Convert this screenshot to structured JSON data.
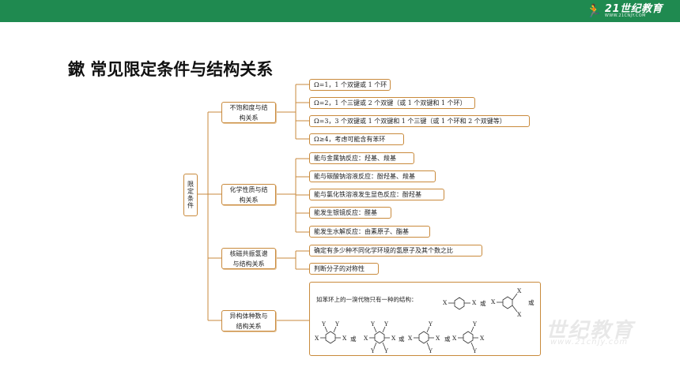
{
  "header": {
    "logo_text": "21世纪教育",
    "logo_sub": "WWW.21CNJY.COM",
    "bar_color": "#1f8a50"
  },
  "title": "鏉 常见限定条件与结构关系",
  "mindmap": {
    "root": "限定条件",
    "categories": [
      {
        "label": "不饱和度与结构关系",
        "items": [
          "Ω=1，1 个双键或 1 个环",
          "Ω=2，1 个三键或 2 个双键（或 1 个双键和 1 个环）",
          "Ω=3，3 个双键或 1 个双键和 1 个三键（或 1 个环和 2 个双键等）",
          "Ω≥4，考虑可能含有苯环"
        ]
      },
      {
        "label": "化学性质与结构关系",
        "items": [
          "能与金属钠反应：羟基、羧基",
          "能与碳酸钠溶液反应：酚羟基、羧基",
          "能与氯化铁溶液发生显色反应：酚羟基",
          "能发生银镜反应：醛基",
          "能发生水解反应：由素原子、酯基"
        ]
      },
      {
        "label": "核磁共振氢谱与结构关系",
        "items": [
          "确定有多少种不同化学环境的氢原子及其个数之比",
          "判断分子的对称性"
        ]
      },
      {
        "label": "异构体种数与结构关系",
        "items": [
          "如苯环上的一溴代物只有一种的结构："
        ],
        "or_text": "或",
        "sub_labels": [
          "X",
          "Y"
        ]
      }
    ]
  },
  "watermark": {
    "main": "世纪教育",
    "sub": "www.21cnjy.com"
  }
}
